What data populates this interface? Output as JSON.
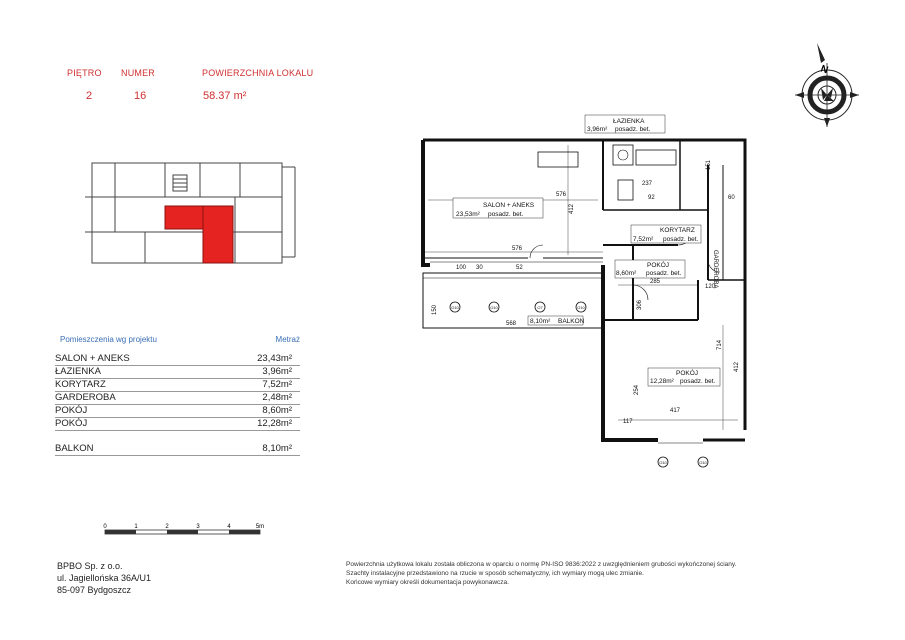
{
  "header": {
    "floor_label": "PIĘTRO",
    "number_label": "NUMER",
    "area_label": "POWIERZCHNIA LOKALU",
    "floor_value": "2",
    "number_value": "16",
    "area_value": "58.37 m²"
  },
  "rooms_table": {
    "col_name": "Pomieszczenia wg projektu",
    "col_area": "Metraż",
    "rows": [
      {
        "name": "SALON + ANEKS",
        "area": "23,43m²"
      },
      {
        "name": "ŁAZIENKA",
        "area": "3,96m²"
      },
      {
        "name": "KORYTARZ",
        "area": "7,52m²"
      },
      {
        "name": "GARDEROBA",
        "area": "2,48m²"
      },
      {
        "name": "POKÓJ",
        "area": "8,60m²"
      },
      {
        "name": "POKÓJ",
        "area": "12,28m²"
      }
    ],
    "balcony": {
      "name": "BALKON",
      "area": "8,10m²"
    }
  },
  "scale_bar": {
    "ticks": [
      "0",
      "1",
      "2",
      "3",
      "4",
      "5m"
    ]
  },
  "company": {
    "name": "BPBO Sp. z o.o.",
    "street": "ul. Jagiellońska 36A/U1",
    "city": "85-097 Bydgoszcz"
  },
  "notes": [
    "Powierzchnia użytkowa lokalu została obliczona w oparciu o normę PN-ISO 9836:2022 z uwzględnieniem grubości wykończonej ściany.",
    "Szachty instalacyjne przedstawiono na rzucie w sposób schematyczny, ich wymiary mogą ulec zmianie.",
    "Końcowe wymiary określi dokumentacja powykonawcza."
  ],
  "plan_labels": {
    "lazienka_name": "ŁAZIENKA",
    "lazienka_area": "3,96m²",
    "lazienka_floor": "posadz. bet.",
    "salon_name": "SALON + ANEKS",
    "salon_area": "23,53m²",
    "salon_floor": "posadz. bet.",
    "korytarz_name": "KORYTARZ",
    "korytarz_area": "7,52m²",
    "korytarz_floor": "posadz. bet.",
    "garderoba_name": "GARDEROBA",
    "pokoj1_name": "POKÓJ",
    "pokoj1_area": "8,60m²",
    "pokoj1_floor": "posadz. bet.",
    "pokoj2_name": "POKÓJ",
    "pokoj2_area": "12,28m²",
    "pokoj2_floor": "posadz. bet.",
    "balkon_area": "8,10m²",
    "balkon_name": "BALKON",
    "dims": {
      "d576a": "576",
      "d576b": "576",
      "d412a": "412",
      "d412b": "412",
      "d237": "237",
      "d92": "92",
      "d151": "151",
      "d285": "285",
      "d306": "306",
      "d714": "714",
      "d417": "417",
      "d254": "254",
      "d568": "568",
      "d150": "150",
      "d117": "117",
      "d100": "100",
      "d120": "120",
      "d60": "60",
      "d52": "52",
      "d30": "30"
    },
    "markers": [
      "O10",
      "O10",
      "O7",
      "O10",
      "O10",
      "O10"
    ]
  }
}
